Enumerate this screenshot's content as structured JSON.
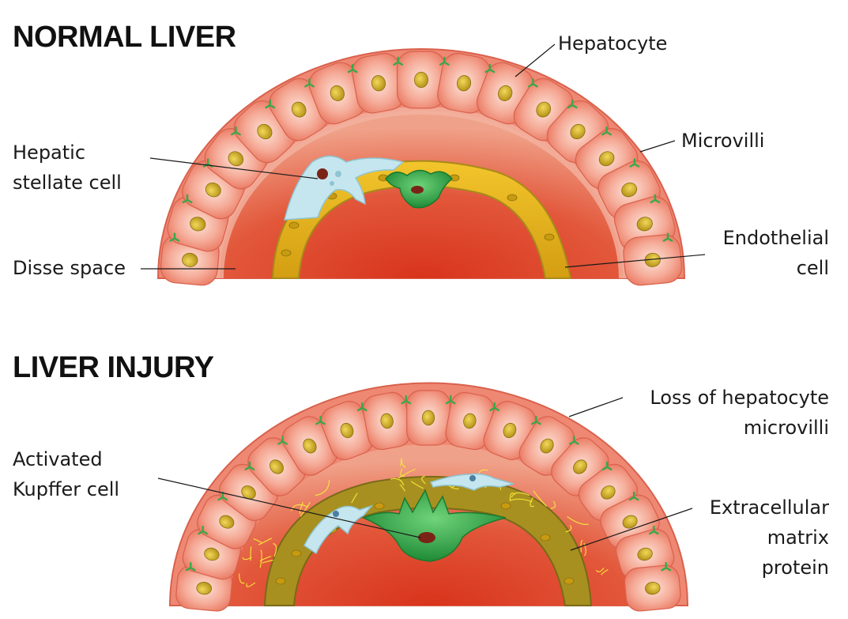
{
  "normal": {
    "title": "NORMAL LIVER",
    "labels": {
      "hepatocyte": "Hepatocyte",
      "microvilli": "Microvilli",
      "stellate_line1": "Hepatic",
      "stellate_line2": "stellate cell",
      "disse": "Disse space",
      "endothelial_line1": "Endothelial",
      "endothelial_line2": "cell"
    }
  },
  "injury": {
    "title": "LIVER INJURY",
    "labels": {
      "loss_line1": "Loss of hepatocyte",
      "loss_line2": "microvilli",
      "kupffer_line1": "Activated",
      "kupffer_line2": "Kupffer cell",
      "ecm_line1": "Extracellular",
      "ecm_line2": "matrix",
      "ecm_line3": "protein"
    }
  },
  "colors": {
    "hepatocyte_fill": "#ee8873",
    "hepatocyte_edge": "#d9614c",
    "nucleus": "#d4b52a",
    "lumen_red": "#dd3a22",
    "endothelial": "#e8b51c",
    "endothelial_dark": "#a88a1a",
    "kupffer": "#2ea84a",
    "stellate": "#c5e6ee",
    "ecm_fiber": "#f6ea3a",
    "villi_star": "#3aa84a"
  }
}
